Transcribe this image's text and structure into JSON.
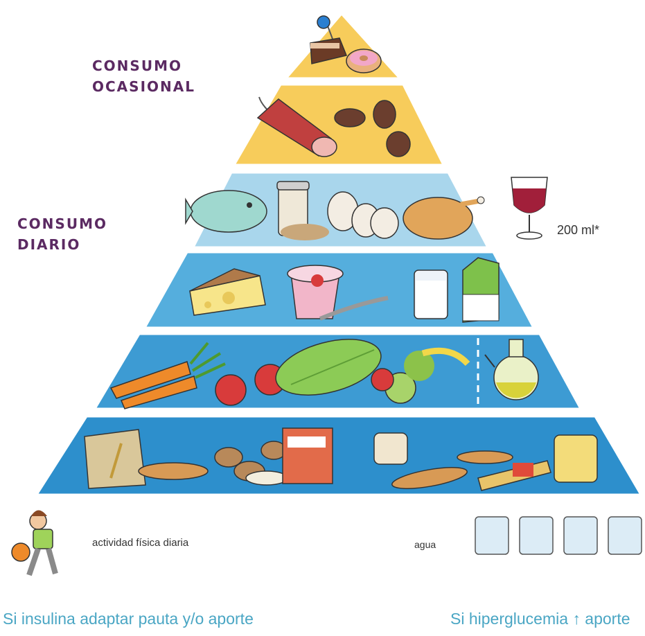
{
  "labels": {
    "occasional": [
      "CONSUMO",
      "OCASIONAL"
    ],
    "daily": [
      "CONSUMO",
      "DIARIO"
    ]
  },
  "wine": {
    "amount": "200 ml*"
  },
  "bottom": {
    "activity": "actividad física diaria",
    "water": "agua"
  },
  "notes": {
    "left": "Si insulina adaptar pauta y/o aporte",
    "right": "Si hiperglucemia ↑ aporte"
  },
  "colors": {
    "label": "#5b2a62",
    "note": "#4aa6c4",
    "tier_yellow": "#f7cc5b",
    "tier_light_blue": "#a9d6ec",
    "tier_blue": "#55aedd",
    "tier_dark_blue": "#2d8fcc"
  },
  "icons": [
    "sweets-icon",
    "sausage-icon",
    "fish-icon",
    "legume-jar-icon",
    "eggs-icon",
    "chicken-icon",
    "wine-glass-icon",
    "cheese-icon",
    "yogurt-icon",
    "milk-glass-icon",
    "milk-carton-icon",
    "carrot-icon",
    "tomato-icon",
    "lettuce-icon",
    "fruit-icon",
    "olive-oil-icon",
    "flour-sack-icon",
    "bread-icon",
    "potato-icon",
    "cereal-box-icon",
    "pasta-icon",
    "child-basketball-icon",
    "water-glass-icon"
  ]
}
